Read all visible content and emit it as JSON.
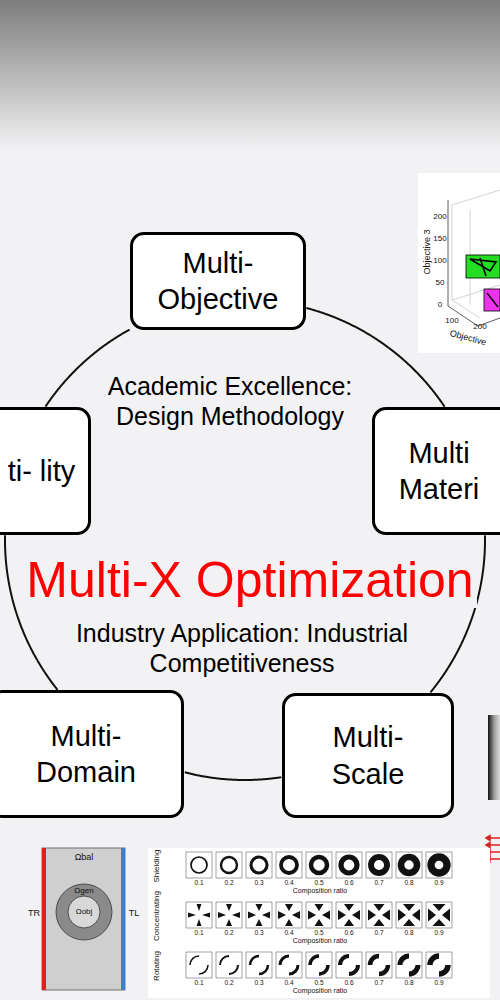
{
  "diagram": {
    "title": "Multi-X Optimization",
    "nodes": [
      {
        "text": [
          "Multi- Objective"
        ]
      },
      {
        "text": [
          "ti- lity"
        ]
      },
      {
        "text": [
          "Multi Materi"
        ]
      },
      {
        "text": [
          "Multi- Domain"
        ]
      },
      {
        "text": [
          "Multi- Scale"
        ]
      }
    ],
    "edges": [
      {
        "from": 1,
        "to": 0,
        "arrow": "none"
      },
      {
        "from": 0,
        "to": 2,
        "arrow": "none"
      },
      {
        "from": 2,
        "to": 4,
        "arrow": "none"
      },
      {
        "from": 4,
        "to": 3,
        "arrow": "none"
      },
      {
        "from": 3,
        "to": 1,
        "arrow": "none"
      }
    ],
    "labels": [
      "Academic Excellence: Design Methodology",
      "Industry Application: Industrial Competitiveness",
      "Objective 3",
      "200",
      "150",
      "100",
      "50",
      "0",
      "100",
      "200",
      "Objective",
      "Ωbal",
      "Ωgen",
      "Ωobj",
      "TR",
      "TL",
      "Shielding",
      "Concentrating",
      "Rotating",
      "0.1",
      "0.2",
      "0.3",
      "0.4",
      "0.5",
      "0.6",
      "0.7",
      "0.8",
      "0.9",
      "Composition ratio",
      "0.1",
      "0.2",
      "0.3",
      "0.4",
      "0.5",
      "0.6",
      "0.7",
      "0.8",
      "0.9",
      "Composition ratio",
      "0.1",
      "0.2",
      "0.3",
      "0.4",
      "0.5",
      "0.6",
      "0.7",
      "0.8",
      "0.9",
      "Composition ratio"
    ]
  }
}
